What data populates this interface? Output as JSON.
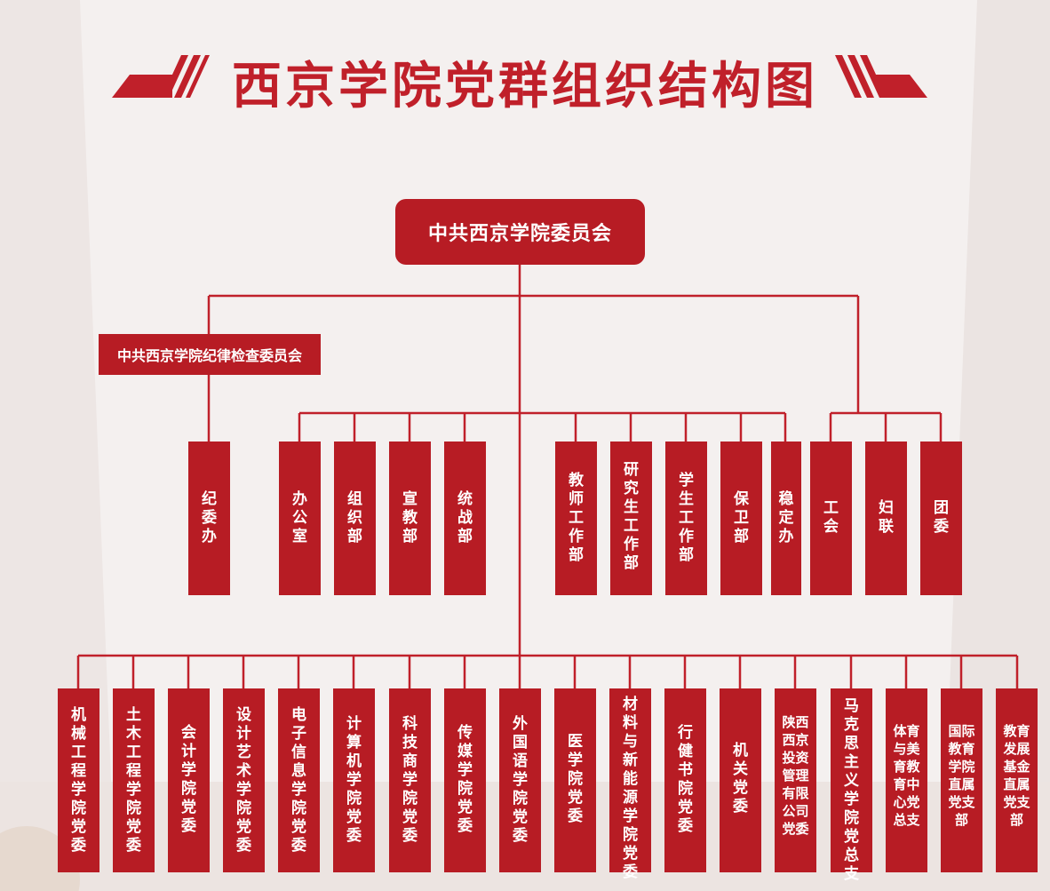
{
  "title": "西京学院党群组织结构图",
  "top_node": "中共西京学院委员会",
  "discipline_node": "中共西京学院纪律检查委员会",
  "discipline_office": "纪委办",
  "middle_depts": [
    "办公室",
    "组织部",
    "宣教部",
    "统战部",
    "教师工作部",
    "研究生工作部",
    "学生工作部",
    "保卫部",
    "稳定办"
  ],
  "mass_orgs": [
    "工会",
    "妇联",
    "团委"
  ],
  "bottom_units": [
    "机械工程学院党委",
    "土木工程学院党委",
    "会计学院党委",
    "设计艺术学院党委",
    "电子信息学院党委",
    "计算机学院党委",
    "科技商学院党委",
    "传媒学院党委",
    "外国语学院党委",
    "医学院党委",
    "材料与新能源学院党委",
    "行健书院党委",
    "机关党委",
    "陕西西京投资管理有限公司党委",
    "马克思主义学院党总支",
    "体育与美育教育中心党总支",
    "国际教育学院直属党支部",
    "教育发展基金直属党支部"
  ],
  "colors": {
    "primary": "#b71c24",
    "title": "#c0202a",
    "background": "#f3efee"
  }
}
